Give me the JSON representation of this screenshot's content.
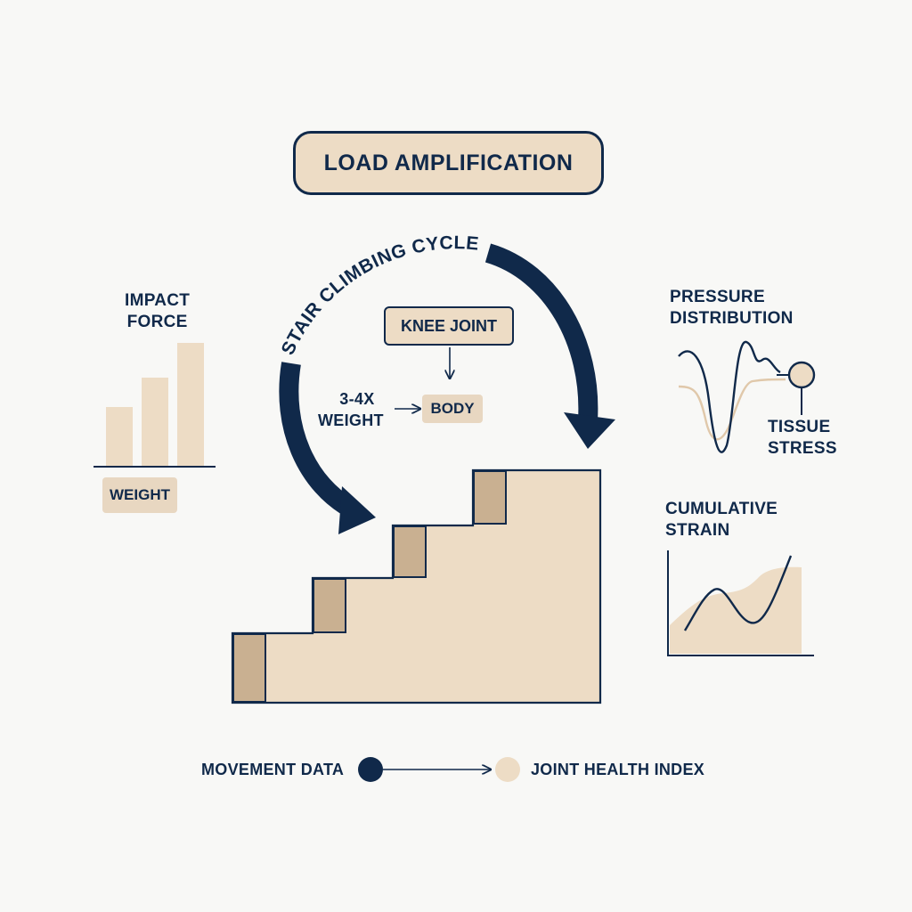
{
  "title": "LOAD AMPLIFICATION",
  "cycle_label": "STAIR CLIMBING CYCLE",
  "knee_joint": "KNEE JOINT",
  "multiplier": {
    "line1": "3-4X",
    "line2": "WEIGHT"
  },
  "body_tag": "BODY",
  "impact_force": {
    "line1": "IMPACT",
    "line2": "FORCE",
    "tag": "WEIGHT"
  },
  "pressure": {
    "line1": "PRESSURE",
    "line2": "DISTRIBUTION"
  },
  "tissue": {
    "line1": "TISSUE",
    "line2": "STRESS"
  },
  "cumulative": {
    "line1": "CUMULATIVE",
    "line2": "STRAIN"
  },
  "flow": {
    "source": "MOVEMENT DATA",
    "target": "JOINT HEALTH INDEX"
  },
  "colors": {
    "navy": "#10294a",
    "beige": "#eddcc5",
    "tan": "#c9b091",
    "background": "#f8f8f6"
  },
  "icons": [
    "curved-arrow-icon",
    "arrow-right-icon",
    "arrow-down-icon",
    "staircase-icon",
    "bar-chart-icon",
    "wave-chart-icon",
    "area-chart-icon",
    "pin-icon"
  ]
}
